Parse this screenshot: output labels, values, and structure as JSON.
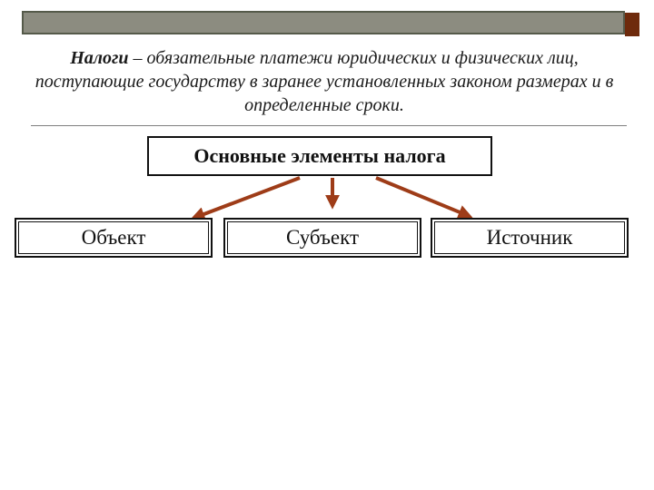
{
  "slide": {
    "definition": {
      "term": "Налоги",
      "text": " – обязательные платежи юридических и физических лиц, поступающие государству в заранее установленных законом размерах и в определенные сроки."
    },
    "main_box": "Основные элементы налога",
    "children": [
      "Объект",
      "Субъект",
      "Источник"
    ],
    "colors": {
      "arrow": "#9e3c18",
      "top_bar": "#8c8c80",
      "accent_square": "#6e2a0c"
    }
  }
}
